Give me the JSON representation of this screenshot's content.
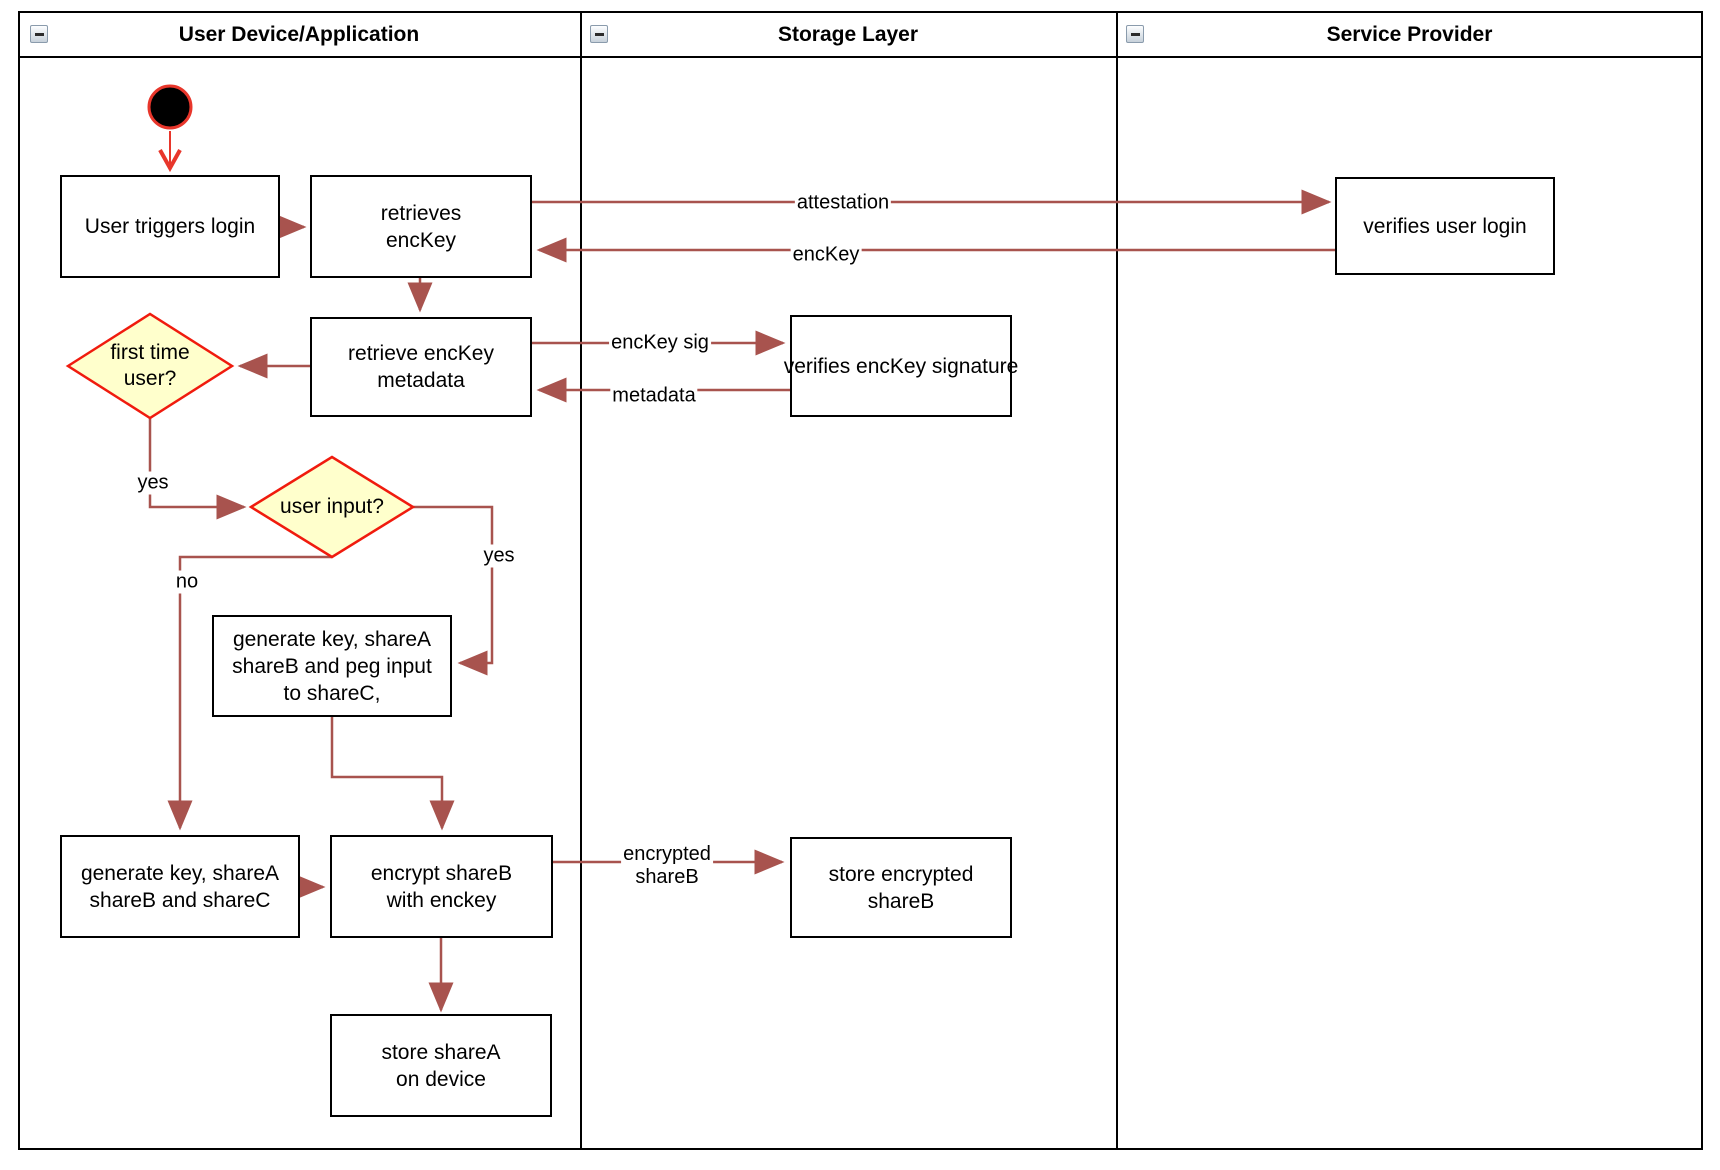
{
  "lanes": [
    {
      "title": "User Device/Application"
    },
    {
      "title": "Storage Layer"
    },
    {
      "title": "Service Provider"
    }
  ],
  "nodes": {
    "user_triggers_login": {
      "label": "User triggers login"
    },
    "retrieves_enckey": {
      "label": "retrieves\nencKey"
    },
    "retrieve_enckey_metadata": {
      "label": "retrieve encKey\nmetadata"
    },
    "first_time_user": {
      "label": "first time\nuser?"
    },
    "user_input": {
      "label": "user input?"
    },
    "generate_key_peg_input": {
      "label": "generate key, shareA\nshareB and peg input\nto shareC,"
    },
    "generate_key_sharec": {
      "label": "generate key, shareA\nshareB and shareC"
    },
    "encrypt_shareb": {
      "label": "encrypt shareB\nwith enckey"
    },
    "store_sharea": {
      "label": "store shareA\non device"
    },
    "verifies_enckey_signature": {
      "label": "verifies encKey signature"
    },
    "store_encrypted_shareb": {
      "label": "store encrypted\nshareB"
    },
    "verifies_user_login": {
      "label": "verifies user login"
    }
  },
  "edge_labels": {
    "attestation": "attestation",
    "enckey": "encKey",
    "enckey_sig": "encKey sig",
    "metadata": "metadata",
    "first_time_yes": "yes",
    "user_input_yes": "yes",
    "user_input_no": "no",
    "encrypted_shareb": "encrypted\nshareB"
  },
  "colors": {
    "node_border": "#000000",
    "node_fill": "#ffffff",
    "decision_fill": "#ffffcc",
    "decision_stroke": "#f01b0e",
    "connector": "#a8534e",
    "start_accent": "#e8362b",
    "text": "#000000"
  }
}
